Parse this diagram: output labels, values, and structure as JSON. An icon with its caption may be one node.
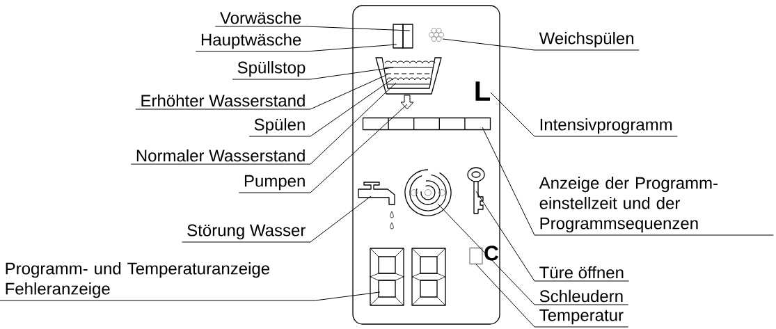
{
  "diagram": {
    "nodes": [
      {
        "text": [
          "Vorwäsche"
        ]
      },
      {
        "text": [
          "Hauptwäsche"
        ]
      },
      {
        "text": [
          "Spüllstop"
        ]
      },
      {
        "text": [
          "Erhöhter Wasserstand"
        ]
      },
      {
        "text": [
          "Spülen"
        ]
      },
      {
        "text": [
          "Normaler Wasserstand"
        ]
      },
      {
        "text": [
          "Pumpen"
        ]
      },
      {
        "text": [
          "Störung Wasser"
        ]
      },
      {
        "text": [
          "Programm- und Temperaturanzeige Fehleranzeige"
        ]
      },
      {
        "text": [
          "Weichspülen"
        ]
      },
      {
        "text": [
          "Intensivprogramm"
        ]
      },
      {
        "text": [
          "Anzeige der Programm- einstellzeit und der Programmsequenzen"
        ]
      },
      {
        "text": [
          "Türe öffnen"
        ]
      },
      {
        "text": [
          "Schleudern"
        ]
      },
      {
        "text": [
          "Temperatur"
        ]
      },
      {
        "text": [],
        "shape": "box"
      },
      {
        "text": [],
        "shape": "box"
      },
      {
        "text": [],
        "shape": "flower"
      },
      {
        "text": [],
        "shape": "tub"
      },
      {
        "text": [],
        "shape": "arrow"
      },
      {
        "text": [
          "L"
        ]
      },
      {
        "text": [],
        "shape": "bar"
      },
      {
        "text": [],
        "shape": "tap"
      },
      {
        "text": [],
        "shape": "spiral"
      },
      {
        "text": [],
        "shape": "key"
      },
      {
        "text": [],
        "shape": "display"
      },
      {
        "text": [],
        "shape": "box"
      }
    ],
    "edges": [
      {
        "from": 0,
        "to": 16,
        "arrow": "none"
      },
      {
        "from": 1,
        "to": 15,
        "arrow": "none"
      },
      {
        "from": 2,
        "to": 18,
        "arrow": "none"
      },
      {
        "from": 3,
        "to": 18,
        "arrow": "none"
      },
      {
        "from": 4,
        "to": 18,
        "arrow": "none"
      },
      {
        "from": 5,
        "to": 18,
        "arrow": "none"
      },
      {
        "from": 6,
        "to": 19,
        "arrow": "none"
      },
      {
        "from": 7,
        "to": 22,
        "arrow": "none"
      },
      {
        "from": 8,
        "to": 25,
        "arrow": "none"
      },
      {
        "from": 9,
        "to": 17,
        "arrow": "none"
      },
      {
        "from": 10,
        "to": 20,
        "arrow": "none"
      },
      {
        "from": 11,
        "to": 21,
        "arrow": "none"
      },
      {
        "from": 12,
        "to": 24,
        "arrow": "none"
      },
      {
        "from": 13,
        "to": 23,
        "arrow": "none"
      },
      {
        "from": 14,
        "to": 26,
        "arrow": "none"
      }
    ],
    "labels": [
      "C"
    ]
  }
}
